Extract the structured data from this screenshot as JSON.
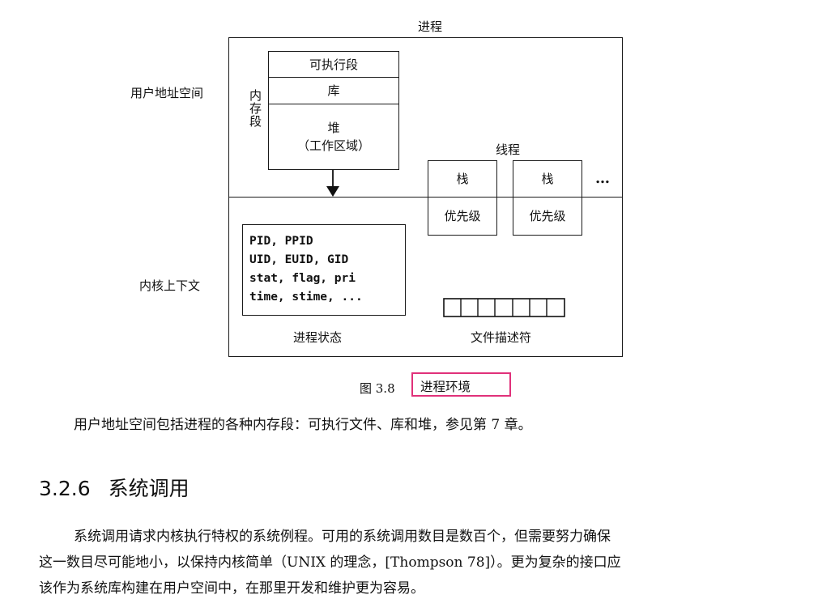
{
  "figure": {
    "process_label": "进程",
    "user_space_label": "用户地址空间",
    "kernel_context_label": "内核上下文",
    "memory_segments_label": "内存段",
    "segments": [
      "可执行段",
      "库",
      "堆",
      "（工作区域）"
    ],
    "threads_label": "线程",
    "threads": [
      {
        "stack": "栈",
        "priority": "优先级"
      },
      {
        "stack": "栈",
        "priority": "优先级"
      }
    ],
    "threads_more": "…",
    "process_state_fields": [
      "PID, PPID",
      "UID, EUID, GID",
      "stat, flag, pri",
      "time, stime, ..."
    ],
    "process_state_label": "进程状态",
    "file_descriptors_label": "文件描述符",
    "caption_number": "图 3.8",
    "caption_text": "进程环境",
    "caption_highlight_color": "#e0317a"
  },
  "paragraph_1": "用户地址空间包括进程的各种内存段：可执行文件、库和堆，参见第 7 章。",
  "section": {
    "number": "3.2.6",
    "title": "系统调用"
  },
  "paragraph_2_lines": [
    "系统调用请求内核执行特权的系统例程。可用的系统调用数目是数百个，但需要努力确保",
    "这一数目尽可能地小，以保持内核简单（UNIX 的理念，[Thompson 78]）。更为复杂的接口应",
    "该作为系统库构建在用户空间中，在那里开发和维护更为容易。"
  ]
}
